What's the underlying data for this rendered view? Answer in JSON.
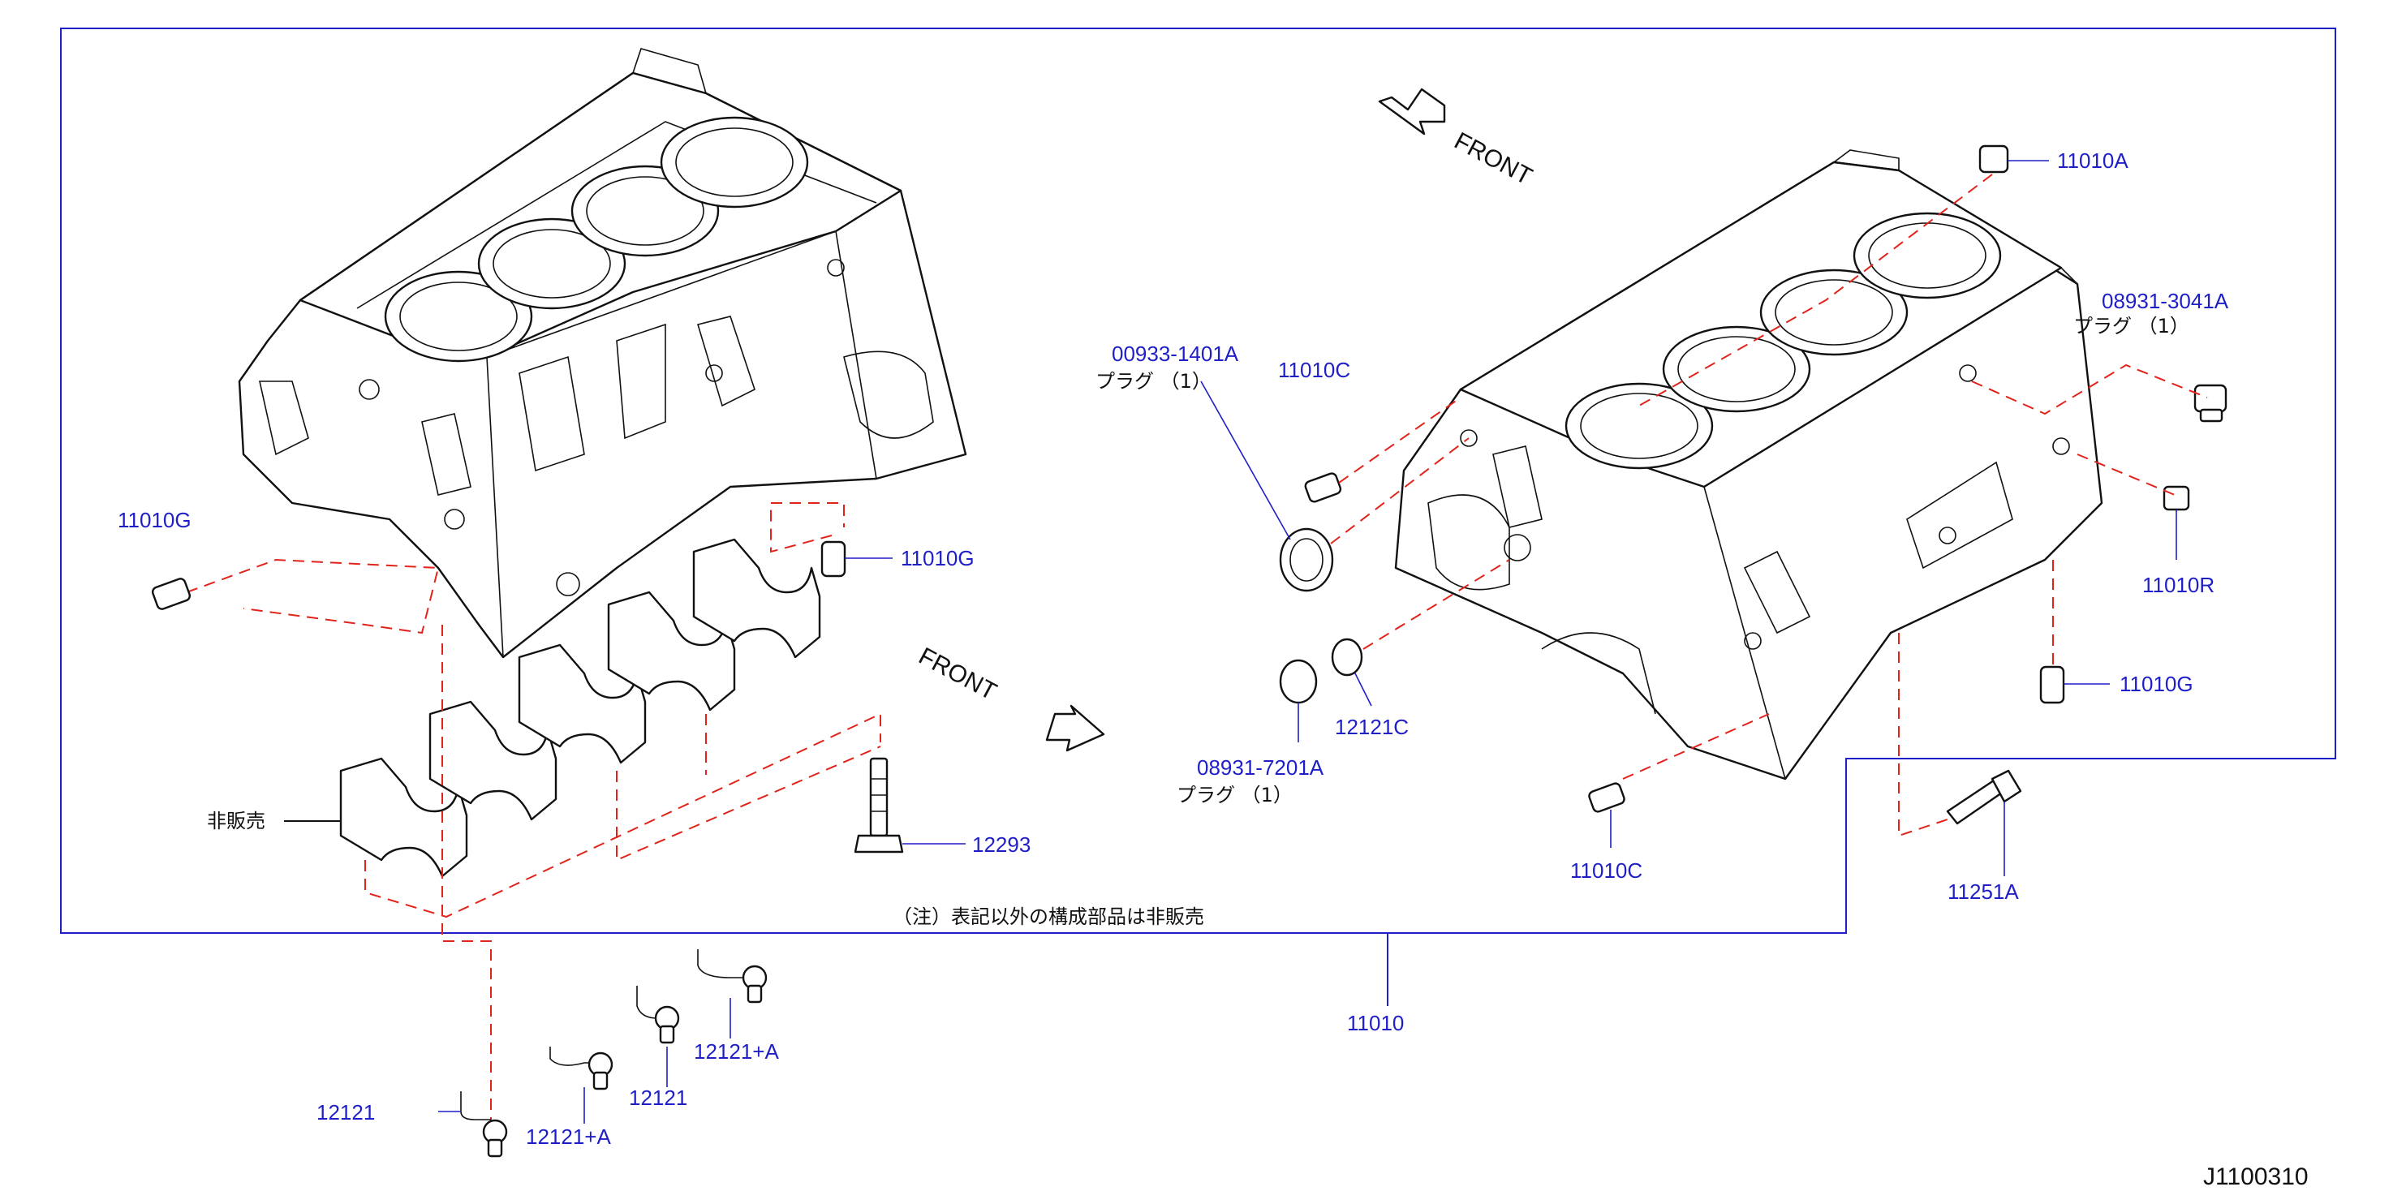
{
  "labels": {
    "p11010G_left": "11010G",
    "p11010G_mid": "11010G",
    "p11010G_right": "11010G",
    "p12293": "12293",
    "p00933_1401A": "00933-1401A",
    "p11010C_top": "11010C",
    "p11010C_bottom": "11010C",
    "p11010A": "11010A",
    "p08931_3041A": "08931-3041A",
    "p11010R": "11010R",
    "p12121C": "12121C",
    "p08931_7201A": "08931-7201A",
    "p11251A": "11251A",
    "p11010": "11010",
    "p12121_a": "12121",
    "p12121_b": "12121",
    "p12121A_a": "12121+A",
    "p12121A_b": "12121+A"
  },
  "notes": {
    "plug_1": "プラグ （1）",
    "plug_2": "プラグ （1）",
    "plug_3": "プラグ （1）",
    "not_for_sale": "非販売",
    "footnote": "（注）表記以外の構成部品は非販売",
    "front_1": "FRONT",
    "front_2": "FRONT",
    "ref_code": "J1100310"
  },
  "colors": {
    "label_blue": "#1f1fc8",
    "dash_red": "#e2231a",
    "line_black": "#111111"
  }
}
